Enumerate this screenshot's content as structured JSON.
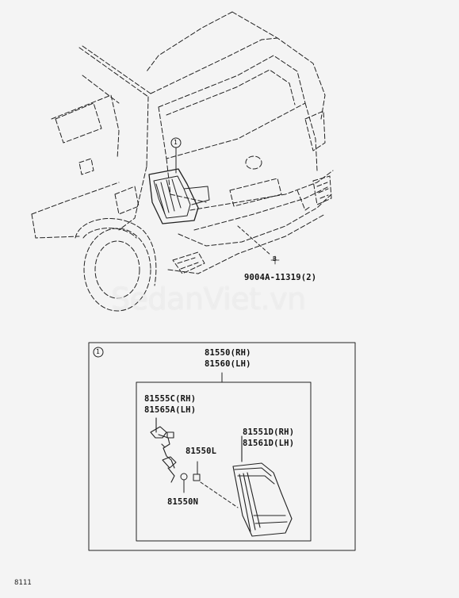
{
  "callouts": {
    "main_ref": "1",
    "clip_ref": "B",
    "clip_part": "9004A-11319(2)",
    "box_ref": "1"
  },
  "assembly": {
    "rh": "81550(RH)",
    "lh": "81560(LH)"
  },
  "parts": {
    "socket_rh": "81555C(RH)",
    "socket_lh": "81565A(LH)",
    "lens_rh": "81551D(RH)",
    "lens_lh": "81561D(LH)",
    "bulb_l": "81550L",
    "bulb_n": "81550N"
  },
  "watermark": "SedanViet.vn",
  "page_code": "8111"
}
